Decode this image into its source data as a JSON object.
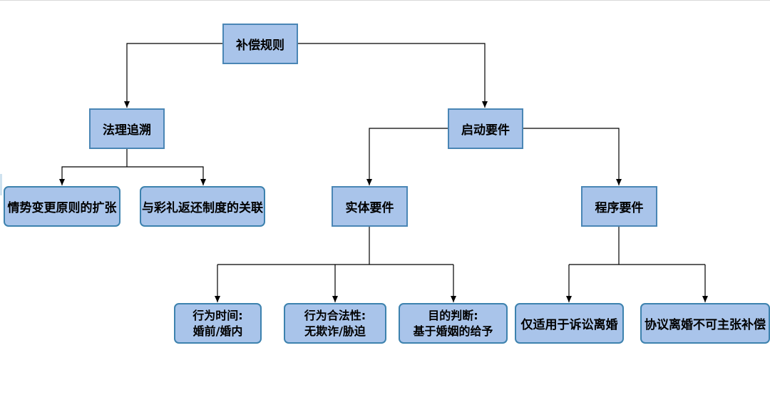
{
  "root": "补偿规则",
  "level1": {
    "left": "法理追溯",
    "right": "启动要件"
  },
  "level2": {
    "situation_change": "情势变更原则的扩张",
    "betrothal_gift": "与彩礼返还制度的关联",
    "substantive": "实体要件",
    "procedural": "程序要件"
  },
  "level3": {
    "act_time": {
      "line1": "行为时间:",
      "line2": "婚前/婚内"
    },
    "act_legality": {
      "line1": "行为合法性:",
      "line2": "无欺诈/胁迫"
    },
    "purpose": {
      "line1": "目的判断:",
      "line2": "基于婚姻的给予"
    },
    "litigation_only": "仅适用于诉讼离婚",
    "agreement_no_claim": "协议离婚不可主张补偿"
  },
  "colors": {
    "box_fill": "#a9c4ea",
    "box_border": "#4a86b5",
    "connector": "#000000"
  }
}
